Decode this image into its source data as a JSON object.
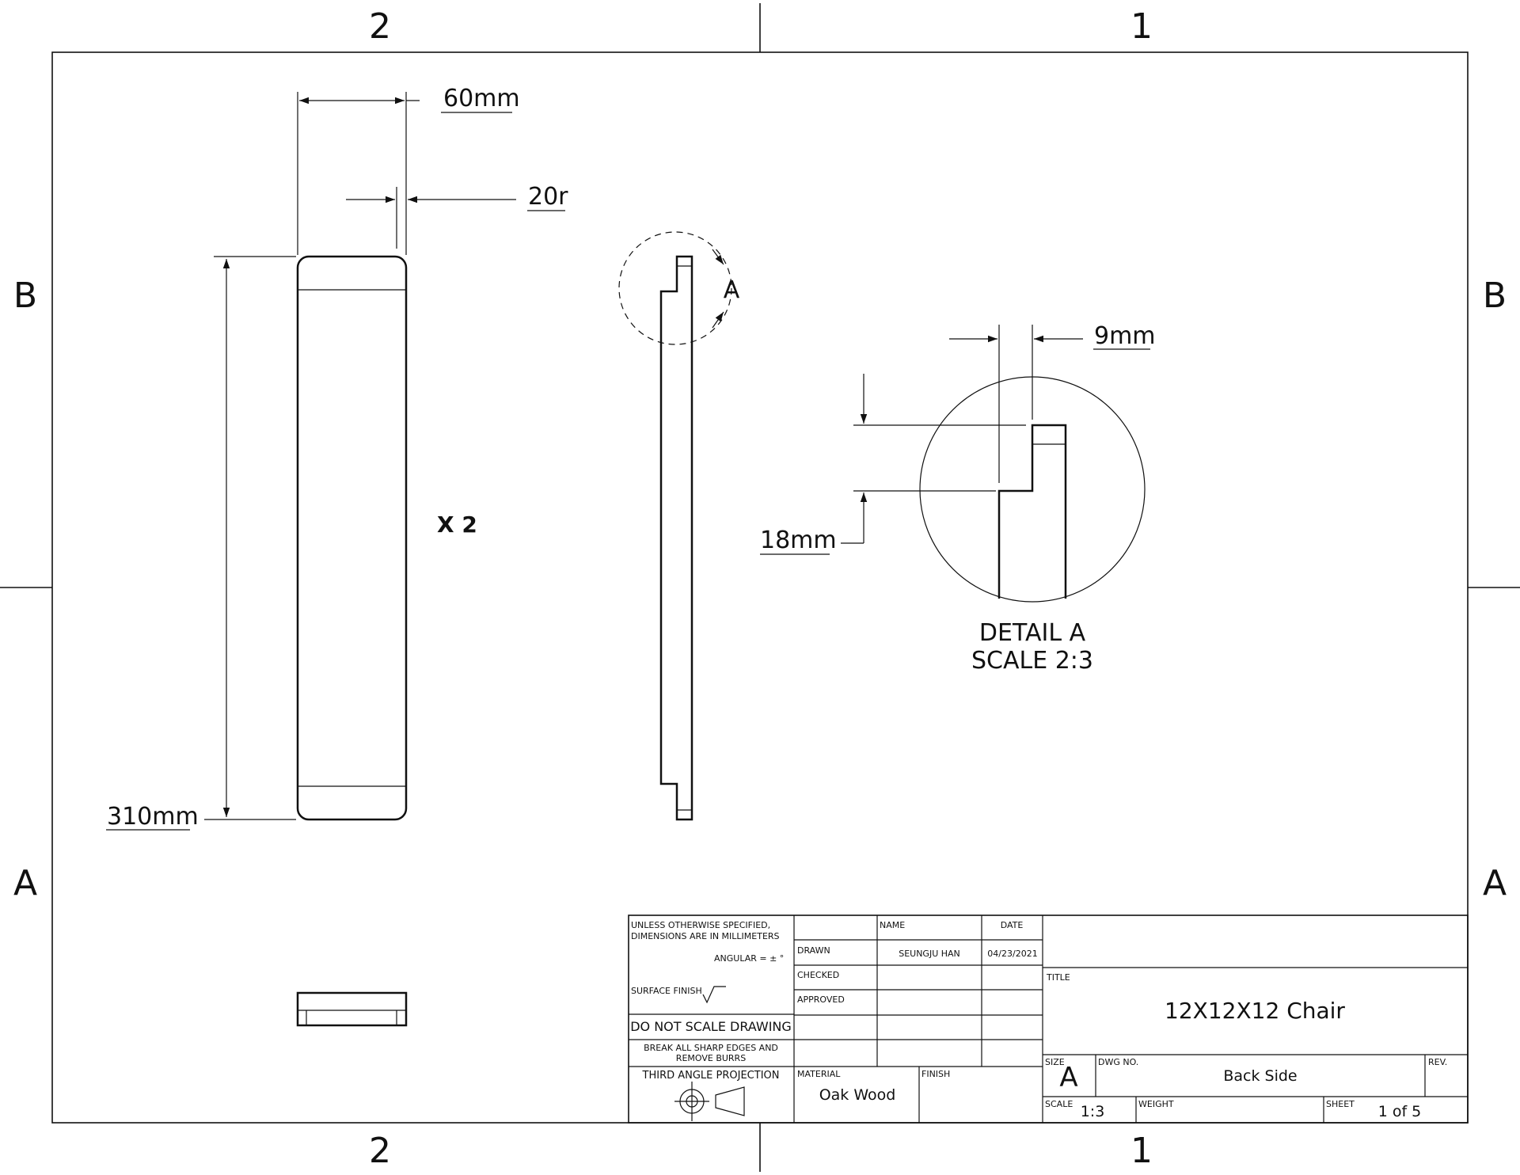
{
  "zones": {
    "top_left": "2",
    "top_right": "1",
    "bottom_left": "2",
    "bottom_right": "1",
    "left_upper": "B",
    "left_lower": "A",
    "right_upper": "B",
    "right_lower": "A"
  },
  "dimensions": {
    "width": "60mm",
    "radius": "20r",
    "height": "310mm",
    "detail_width": "9mm",
    "detail_height": "18mm"
  },
  "quantity": "X 2",
  "detail_callout": "A",
  "detail_caption": {
    "line1": "DETAIL A",
    "line2": "SCALE 2:3"
  },
  "title_block": {
    "notes": {
      "line1": "UNLESS OTHERWISE SPECIFIED,",
      "line2": "DIMENSIONS ARE IN MILLIMETERS",
      "angular": "ANGULAR = ± °",
      "surface_finish": "SURFACE FINISH",
      "do_not_scale": "DO NOT SCALE DRAWING",
      "break_edges_1": "BREAK ALL SHARP EDGES AND",
      "break_edges_2": "REMOVE BURRS",
      "projection": "THIRD ANGLE PROJECTION"
    },
    "header_name": "NAME",
    "header_date": "DATE",
    "drawn_label": "DRAWN",
    "drawn_name": "SEUNGJU HAN",
    "drawn_date": "04/23/2021",
    "checked_label": "CHECKED",
    "approved_label": "APPROVED",
    "material_label": "MATERIAL",
    "material_value": "Oak Wood",
    "finish_label": "FINISH",
    "title_label": "TITLE",
    "title_value": "12X12X12 Chair",
    "size_label": "SIZE",
    "size_value": "A",
    "dwg_no_label": "DWG NO.",
    "dwg_no_value": "Back Side",
    "rev_label": "REV.",
    "scale_label": "SCALE",
    "scale_value": "1:3",
    "weight_label": "WEIGHT",
    "sheet_label": "SHEET",
    "sheet_value": "1 of 5"
  }
}
